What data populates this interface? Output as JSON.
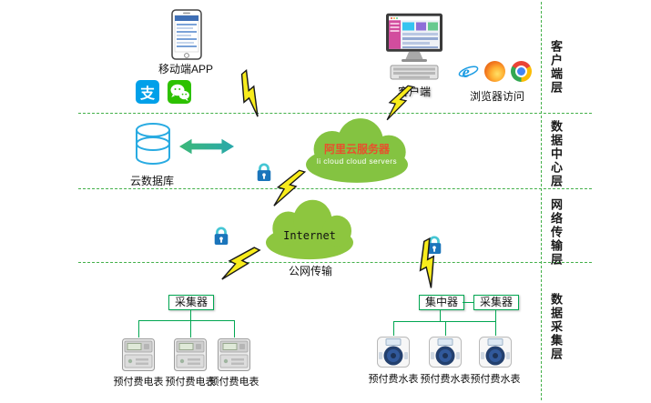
{
  "layer_labels": {
    "client": "客户端层",
    "datacenter": "数据中心层",
    "network": "网络传输层",
    "collection": "数据采集层"
  },
  "client_layer": {
    "mobile_app_label": "移动端APP",
    "alipay_glyph": "支",
    "client_pc_label": "客户端",
    "browser_label": "浏览器访问"
  },
  "datacenter_layer": {
    "cloud_db_label": "云数据库",
    "ali_cloud_title": "阿里云服务器",
    "ali_cloud_subtitle": "li cloud  cloud servers"
  },
  "network_layer": {
    "internet_label": "Internet",
    "public_network_label": "公网传输"
  },
  "collection_layer": {
    "collector_left_label": "采集器",
    "concentrator_label": "集中器",
    "collector_right_label": "采集器",
    "electric_meter_labels": [
      "预付费电表",
      "预付费电表",
      "预付费电表"
    ],
    "water_meter_labels": [
      "预付费水表",
      "预付费水表",
      "预付费水表"
    ]
  },
  "colors": {
    "separator_green": "#43b049",
    "cloud_green": "#8dc63f",
    "bolt_yellow": "#f8ec1c",
    "tree_green": "#00a651",
    "ali_title_orange": "#e8502d",
    "lock_body_blue": "#1b75bb",
    "lock_shackle_teal": "#45c6d4",
    "db_outline_blue": "#29abe2",
    "arrow_teal": "#2fb3a3"
  }
}
